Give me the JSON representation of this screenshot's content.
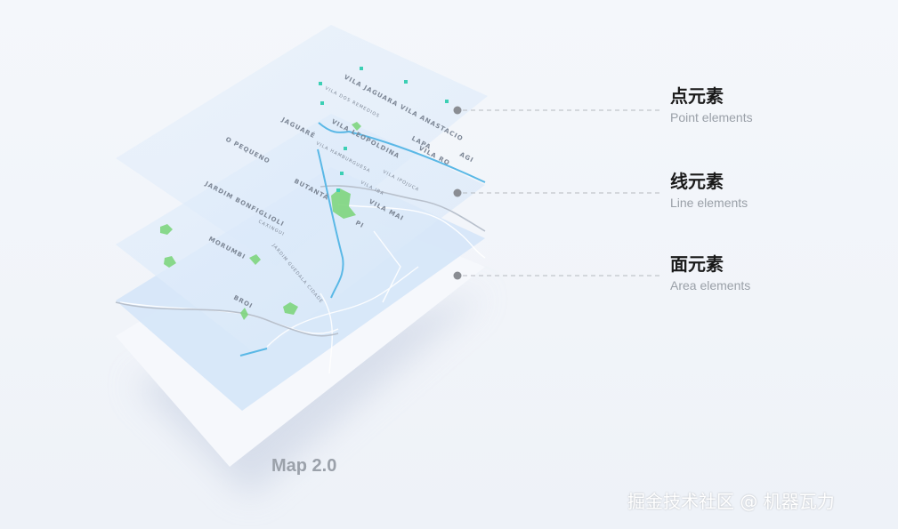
{
  "legend": [
    {
      "zh": "点元素",
      "en": "Point elements"
    },
    {
      "zh": "线元素",
      "en": "Line elements"
    },
    {
      "zh": "面元素",
      "en": "Area elements"
    }
  ],
  "caption": "Map 2.0",
  "watermark": "掘金技术社区 @ 机器瓦力",
  "map_labels": [
    "VILA JAGUARA VILA ANASTACIO",
    "VILA DOS REMEDIOS",
    "JAGUARÉ",
    "VILA LEOPOLDINA",
    "LAPA",
    "AGI",
    "VILA HAMBURGUESA",
    "VILA RO",
    "VILA IPOJUCA",
    "VILA IBA",
    "O PEQUENO",
    "JARDIM BONFIGLIOLI",
    "BUTANTÃ",
    "VILA MAI",
    "PI",
    "CAXINGUI",
    "MORUMBI",
    "JARDIM GUEDALA CIDADE",
    "BROI"
  ],
  "colors": {
    "point": "#3ccfb4",
    "line": "#5ab8e6",
    "area": "#7fd67f",
    "connector": "#8a8d93"
  }
}
